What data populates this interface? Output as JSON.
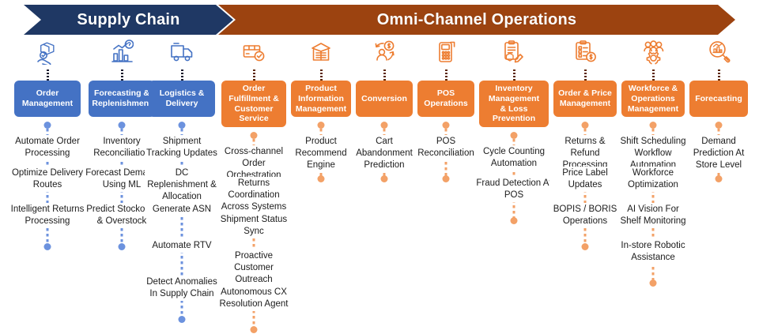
{
  "banners": [
    {
      "label": "Supply Chain",
      "color": "#1F3864",
      "name": "banner-supply-chain"
    },
    {
      "label": "Omni-Channel Operations",
      "color": "#9C4310",
      "name": "banner-omni-channel-operations"
    }
  ],
  "theme": {
    "blue_box": "#4472C4",
    "orange_box": "#ED7D31",
    "blue_dot": "#6C92DE",
    "orange_dot": "#F3A167",
    "navy_banner": "#1F3864",
    "brown_banner": "#9C4310",
    "text": "#1b1b1b"
  },
  "columns": [
    {
      "id": "order-management",
      "group": "supply-chain",
      "color": "blue",
      "icon": "package-in-hand-check-icon",
      "title": "Order\nManagement",
      "title_lines": [
        "Order",
        "Management"
      ],
      "items": [
        "Automate Order Processing",
        "Optimize Delivery Routes",
        "Intelligent Returns Processing"
      ]
    },
    {
      "id": "forecasting-replenishment",
      "group": "supply-chain",
      "color": "blue",
      "icon": "bar-chart-forecast-icon",
      "title": "Forecasting & Replenishment",
      "title_lines": [
        "Forecasting &",
        "Replenishment"
      ],
      "items": [
        "Inventory Reconciliation",
        "Forecast Demand Using ML",
        "Predict Stockouts & Overstock"
      ]
    },
    {
      "id": "logistics-delivery",
      "group": "supply-chain",
      "color": "blue",
      "icon": "delivery-truck-icon",
      "title": "Logistics & Delivery",
      "title_lines": [
        "Logistics &",
        "Delivery"
      ],
      "items": [
        "Shipment Tracking Updates",
        "DC Replenishment & Allocation",
        "Generate ASN",
        "Automate RTV",
        "Detect Anomalies In Supply Chain"
      ]
    },
    {
      "id": "order-fulfillment-customer-service",
      "group": "omni-channel",
      "color": "orange",
      "icon": "box-check-icon",
      "title": "Order Fulfillment & Customer Service",
      "title_lines": [
        "Order",
        "Fulfillment &",
        "Customer",
        "Service"
      ],
      "items": [
        "Cross-channel Order Orchestration",
        "Returns Coordination Across Systems",
        "Shipment Status Sync",
        "Proactive Customer Outreach",
        "Autonomous CX Resolution Agent"
      ]
    },
    {
      "id": "product-information-management",
      "group": "omni-channel",
      "color": "orange",
      "icon": "open-box-document-icon",
      "title": "Product Information Management",
      "title_lines": [
        "Product",
        "Information",
        "Management"
      ],
      "items": [
        "Product Recommend Engine"
      ]
    },
    {
      "id": "conversion",
      "group": "omni-channel",
      "color": "orange",
      "icon": "customer-dollar-cycle-icon",
      "title": "Conversion",
      "title_lines": [
        "Conversion"
      ],
      "items": [
        "Cart Abandonment Prediction"
      ]
    },
    {
      "id": "pos-operations",
      "group": "omni-channel",
      "color": "orange",
      "icon": "pos-terminal-icon",
      "title": "POS Operations",
      "title_lines": [
        "POS",
        "Operations"
      ],
      "items": [
        "POS Reconciliation"
      ]
    },
    {
      "id": "inventory-management-loss-prevention",
      "group": "omni-channel",
      "color": "orange",
      "icon": "clipboard-pencil-inventory-icon",
      "title": "Inventory Management & Loss Prevention",
      "title_lines": [
        "Inventory",
        "Management",
        "& Loss",
        "Prevention"
      ],
      "items": [
        "Cycle Counting Automation",
        "Fraud Detection At POS"
      ]
    },
    {
      "id": "order-price-management",
      "group": "omni-channel",
      "color": "orange",
      "icon": "clipboard-dollar-icon",
      "title": "Order & Price Management",
      "title_lines": [
        "Order & Price",
        "Management"
      ],
      "items": [
        "Returns & Refund Processing",
        "Price Label Updates",
        "BOPIS / BORIS Operations"
      ]
    },
    {
      "id": "workforce-operations-management",
      "group": "omni-channel",
      "color": "orange",
      "icon": "people-gear-icon",
      "title": "Workforce & Operations Management",
      "title_lines": [
        "Workforce &",
        "Operations",
        "Management"
      ],
      "items": [
        "Shift Scheduling Workflow Automation",
        "Workforce Optimization",
        "AI Vision For Shelf Monitoring",
        "In-store Robotic Assistance"
      ]
    },
    {
      "id": "forecasting",
      "group": "omni-channel",
      "color": "orange",
      "icon": "magnifier-chart-icon",
      "title": "Forecasting",
      "title_lines": [
        "Forecasting"
      ],
      "items": [
        "Demand Prediction At Store Level"
      ]
    }
  ]
}
